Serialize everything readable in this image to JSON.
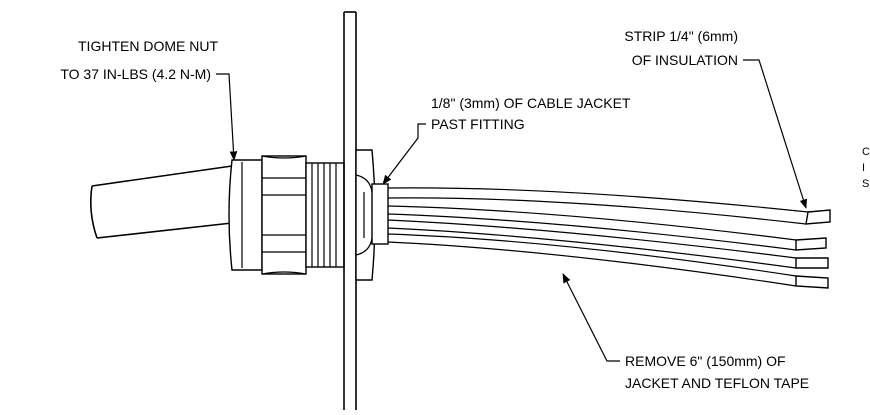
{
  "labels": {
    "dome_nut_line1": "TIGHTEN DOME NUT",
    "dome_nut_line2": "TO 37 IN-LBS (4.2 N-M)",
    "jacket_past_line1": "1/8\" (3mm) OF CABLE JACKET",
    "jacket_past_line2": "PAST FITTING",
    "strip_line1": "STRIP 1/4\" (6mm)",
    "strip_line2": "OF INSULATION",
    "remove_line1": "REMOVE 6\" (150mm) OF",
    "remove_line2": "JACKET AND TEFLON TAPE",
    "cropped_fragment_1": "C",
    "cropped_fragment_2": "I",
    "cropped_fragment_3": "S"
  }
}
